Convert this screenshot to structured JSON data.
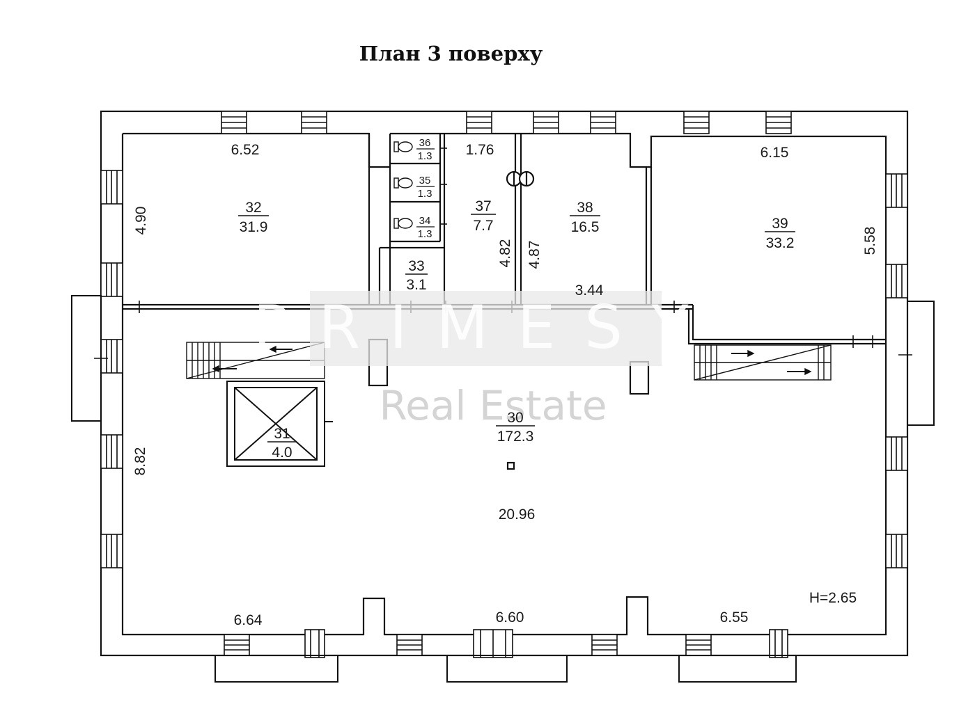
{
  "title": "План 3 поверху",
  "rooms": [
    {
      "id": "32",
      "area": "31.9"
    },
    {
      "id": "33",
      "area": "3.1"
    },
    {
      "id": "34",
      "area": "1.3"
    },
    {
      "id": "35",
      "area": "1.3"
    },
    {
      "id": "36",
      "area": "1.3"
    },
    {
      "id": "37",
      "area": "7.7"
    },
    {
      "id": "38",
      "area": "16.5"
    },
    {
      "id": "39",
      "area": "33.2"
    },
    {
      "id": "30",
      "area": "172.3"
    },
    {
      "id": "31",
      "area": "4.0"
    }
  ],
  "dimensions": {
    "room32_width": "6.52",
    "room32_depth": "4.90",
    "corridor_width": "1.76",
    "room37_depth": "4.82",
    "room38_depth": "4.87",
    "room38_width": "3.44",
    "room39_width": "6.15",
    "room39_depth": "5.58",
    "hall_depth": "8.82",
    "hall_length": "20.96",
    "bottom_left": "6.64",
    "bottom_mid": "6.60",
    "bottom_right": "6.55"
  },
  "ceiling_height": "H=2.65",
  "watermark": {
    "brand": "PRIMESY",
    "sub": "Real Estate"
  }
}
